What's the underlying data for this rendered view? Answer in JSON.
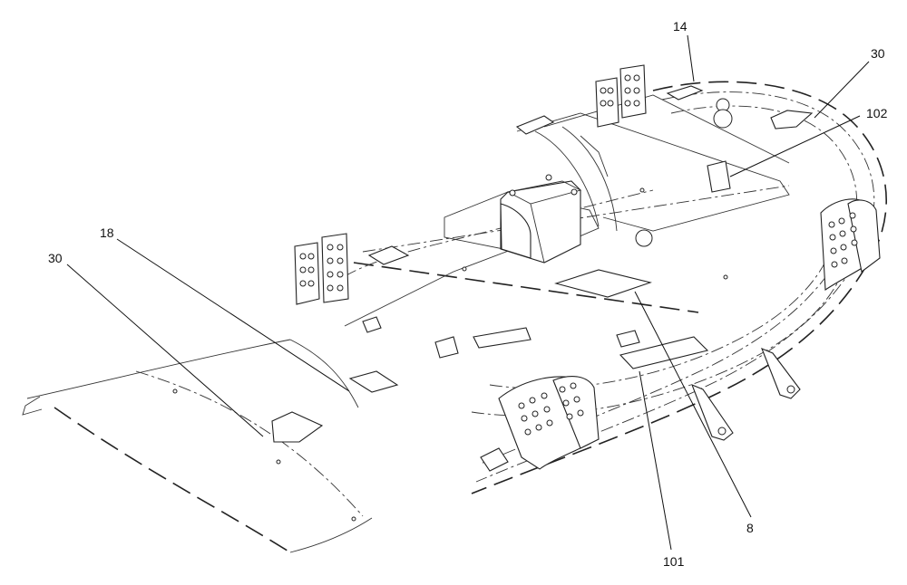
{
  "callouts": {
    "c14": "14",
    "c30_top": "30",
    "c102": "102",
    "c18": "18",
    "c30_left": "30",
    "c8": "8",
    "c101": "101"
  }
}
